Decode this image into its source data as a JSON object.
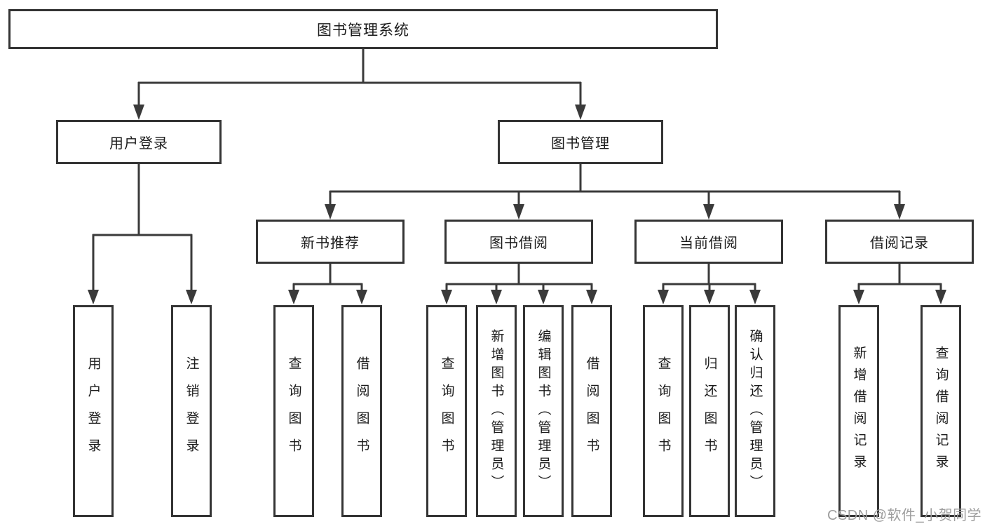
{
  "diagram": {
    "root": "图书管理系统",
    "user_login": {
      "label": "用户登录",
      "children": [
        "用户登录",
        "注销登录"
      ]
    },
    "book_management": {
      "label": "图书管理",
      "sections": [
        {
          "label": "新书推荐",
          "children": [
            "查询图书",
            "借阅图书"
          ]
        },
        {
          "label": "图书借阅",
          "children": [
            "查询图书",
            "新增图书（管理员）",
            "编辑图书（管理员）",
            "借阅图书"
          ]
        },
        {
          "label": "当前借阅",
          "children": [
            "查询图书",
            "归还图书",
            "确认归还（管理员）"
          ]
        },
        {
          "label": "借阅记录",
          "children": [
            "新增借阅记录",
            "查询借阅记录"
          ]
        }
      ]
    }
  },
  "watermark": "CSDN @软件_小贺同学",
  "colors": {
    "line": "#3a3a3a",
    "border": "#343434",
    "text": "#1a1a1a",
    "watermark": "#9e9e9e",
    "background": "#ffffff"
  }
}
